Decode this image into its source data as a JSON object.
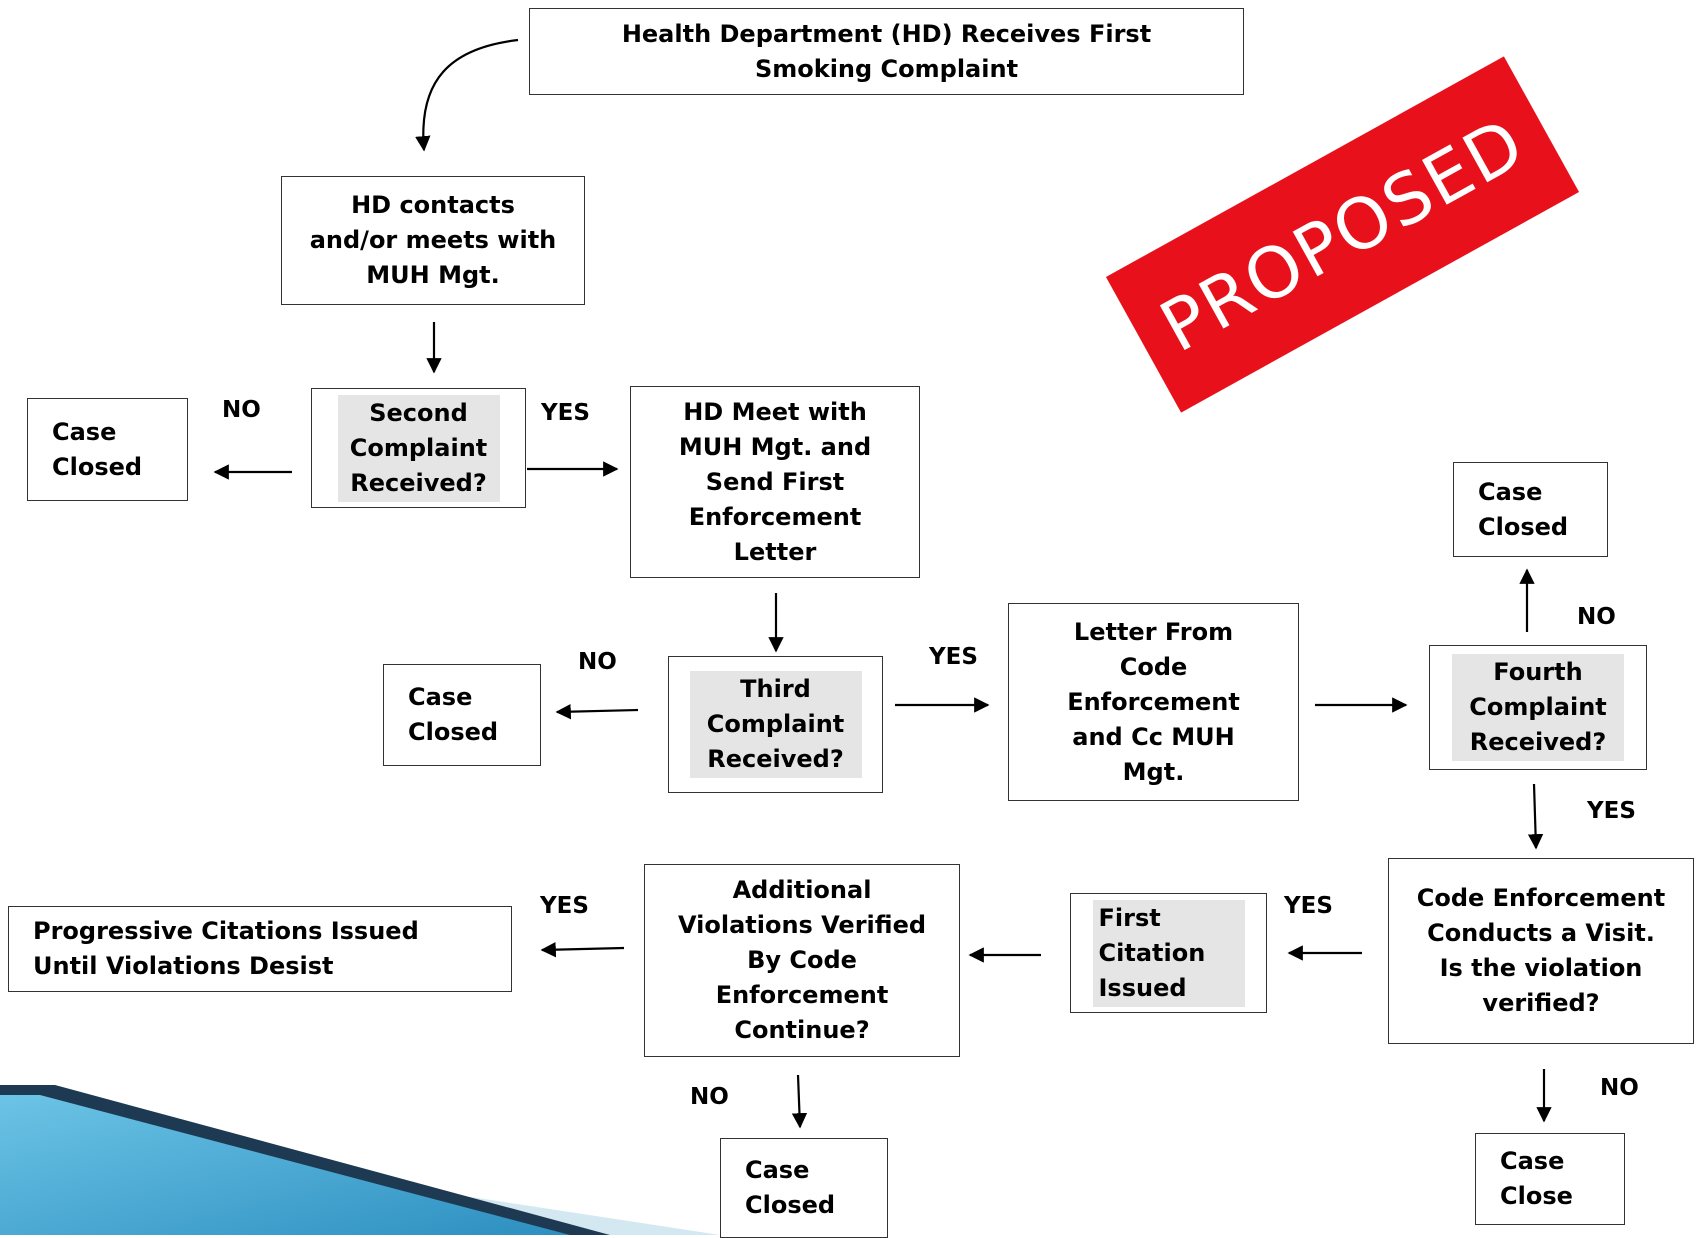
{
  "stamp": {
    "text": "PROPOSED",
    "color": "#e8111b"
  },
  "nodes": {
    "first_complaint": "Health Department (HD) Receives First Smoking Complaint",
    "hd_contacts": "HD contacts and/or meets with MUH Mgt.",
    "second_complaint": "Second Complaint Received?",
    "case_closed_1": "Case Closed",
    "hd_meet_letter": "HD Meet with MUH Mgt. and Send First Enforcement Letter",
    "third_complaint": "Third Complaint Received?",
    "case_closed_2": "Case Closed",
    "letter_code_enforcement": "Letter From Code Enforcement and Cc MUH Mgt.",
    "fourth_complaint": "Fourth Complaint Received?",
    "case_closed_3": "Case Closed",
    "code_visit": "Code Enforcement Conducts a Visit. Is the violation verified?",
    "first_citation": "First Citation Issued",
    "additional_violations": "Additional Violations Verified By Code Enforcement Continue?",
    "progressive_citations": "Progressive Citations Issued Until Violations Desist",
    "case_closed_4": "Case Closed",
    "case_close_5": "Case Close"
  },
  "edge_labels": {
    "no_second": "NO",
    "yes_second": "YES",
    "no_third": "NO",
    "yes_third": "YES",
    "no_fourth": "NO",
    "yes_fourth": "YES",
    "yes_visit": "YES",
    "no_visit": "NO",
    "yes_additional": "YES",
    "no_additional": "NO"
  },
  "colors": {
    "shade": "#e5e5e5",
    "corner_light": "#d4e8f2",
    "corner_dark": "#1e3a52",
    "corner_blue": "#4ab0d6"
  }
}
